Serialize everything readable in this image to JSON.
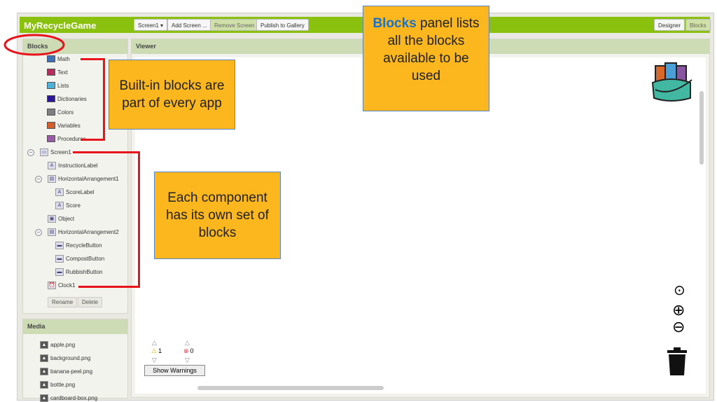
{
  "app": {
    "title": "MyRecycleGame",
    "toolbar": {
      "screen": "Screen1 ▾",
      "add_screen": "Add Screen ...",
      "remove_screen": "Remove Screen",
      "publish": "Publish to Gallery",
      "designer": "Designer",
      "blocks": "Blocks"
    }
  },
  "blocks_panel": {
    "title": "Blocks",
    "builtin": [
      {
        "label": "Math",
        "color": "#3f71b5"
      },
      {
        "label": "Text",
        "color": "#b32d5e"
      },
      {
        "label": "Lists",
        "color": "#4fb1d8"
      },
      {
        "label": "Dictionaries",
        "color": "#2d1799"
      },
      {
        "label": "Colors",
        "color": "#7f7f7f"
      },
      {
        "label": "Variables",
        "color": "#d05f2d"
      },
      {
        "label": "Procedures",
        "color": "#995ba5"
      }
    ],
    "components": [
      {
        "label": "Screen1",
        "icon": "screen-icon",
        "level": 0,
        "toggle": "⊟"
      },
      {
        "label": "InstructionLabel",
        "icon": "label-icon",
        "level": 1
      },
      {
        "label": "HorizontalArrangement1",
        "icon": "arrangement-icon",
        "level": 1,
        "toggle": "⊟"
      },
      {
        "label": "ScoreLabel",
        "icon": "label-icon",
        "level": 2
      },
      {
        "label": "Score",
        "icon": "label-icon",
        "level": 2
      },
      {
        "label": "Object",
        "icon": "image-icon",
        "level": 1
      },
      {
        "label": "HorizontalArrangement2",
        "icon": "arrangement-icon",
        "level": 1,
        "toggle": "⊟"
      },
      {
        "label": "RecycleButton",
        "icon": "button-icon",
        "level": 2
      },
      {
        "label": "CompostButton",
        "icon": "button-icon",
        "level": 2
      },
      {
        "label": "RubbishButton",
        "icon": "button-icon",
        "level": 2
      },
      {
        "label": "Clock1",
        "icon": "clock-icon",
        "level": 1
      }
    ],
    "rename": "Rename",
    "delete": "Delete"
  },
  "media": {
    "title": "Media",
    "files": [
      "apple.png",
      "background.png",
      "banana-peel.png",
      "bottle.png",
      "cardboard-box.png"
    ]
  },
  "viewer": {
    "title": "Viewer",
    "warnings_count": "1",
    "errors_count": "0",
    "show_warnings": "Show Warnings"
  },
  "callouts": {
    "builtin": "Built-in blocks are part of every app",
    "component": "Each component has its own set of blocks",
    "blocks_highlight": "Blocks",
    "blocks_rest": " panel lists all the blocks available to be used"
  },
  "colors": {
    "topbar": "#89c10e",
    "callout": "#fbb71d",
    "highlight": "#e8141b",
    "blocks_word": "#1a73c8"
  }
}
